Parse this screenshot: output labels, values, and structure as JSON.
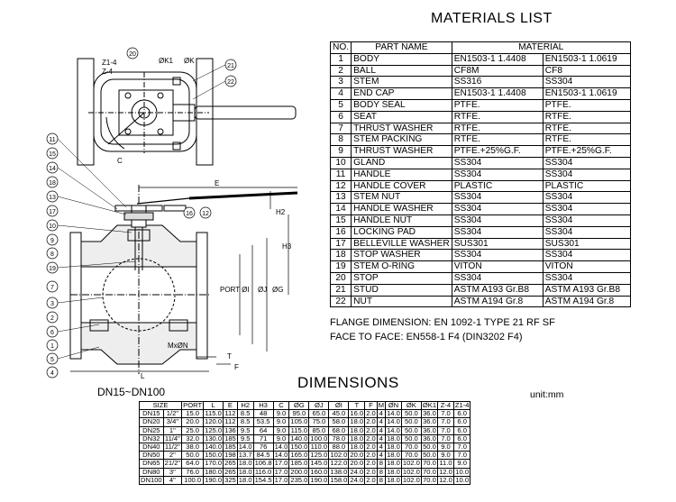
{
  "materials": {
    "title": "MATERIALS LIST",
    "headers": [
      "NO.",
      "PART NAME",
      "MATERIAL"
    ],
    "rows": [
      [
        "1",
        "BODY",
        "EN1503-1  1.4408",
        "EN1503-1 1.0619"
      ],
      [
        "2",
        "BALL",
        "CF8M",
        "CF8"
      ],
      [
        "3",
        "STEM",
        "SS316",
        "SS304"
      ],
      [
        "4",
        "END CAP",
        "EN1503-1  1.4408",
        "EN1503-1 1.0619"
      ],
      [
        "5",
        "BODY SEAL",
        "PTFE.",
        "PTFE."
      ],
      [
        "6",
        "SEAT",
        "RTFE.",
        "RTFE."
      ],
      [
        "7",
        "THRUST WASHER",
        "RTFE.",
        "RTFE."
      ],
      [
        "8",
        "STEM PACKING",
        "RTFE.",
        "RTFE."
      ],
      [
        "9",
        "THRUST WASHER",
        "PTFE.+25%G.F.",
        "PTFE.+25%G.F."
      ],
      [
        "10",
        "GLAND",
        "SS304",
        "SS304"
      ],
      [
        "11",
        "HANDLE",
        "SS304",
        "SS304"
      ],
      [
        "12",
        "HANDLE COVER",
        "PLASTIC",
        "PLASTIC"
      ],
      [
        "13",
        "STEM NUT",
        "SS304",
        "SS304"
      ],
      [
        "14",
        "HANDLE WASHER",
        "SS304",
        "SS304"
      ],
      [
        "15",
        "HANDLE NUT",
        "SS304",
        "SS304"
      ],
      [
        "16",
        "LOCKING PAD",
        "SS304",
        "SS304"
      ],
      [
        "17",
        "BELLEVILLE WASHER",
        "SUS301",
        "SUS301"
      ],
      [
        "18",
        "STOP WASHER",
        "SS304",
        "SS304"
      ],
      [
        "19",
        "STEM O-RING",
        "VITON",
        "VITON"
      ],
      [
        "20",
        "STOP",
        "SS304",
        "SS304"
      ],
      [
        "21",
        "STUD",
        "ASTM A193 Gr.B8",
        "ASTM A193 Gr.B8"
      ],
      [
        "22",
        "NUT",
        "ASTM A194 Gr.8",
        "ASTM A194 Gr.8"
      ]
    ],
    "flange_note": "FLANGE DIMENSION: EN 1092-1 TYPE 21 RF SF",
    "face_note": "FACE TO FACE: EN558-1 F4     (DIN3202 F4)"
  },
  "drawing": {
    "dn_range": "DN15~DN100",
    "callouts_left": [
      "11",
      "15",
      "14",
      "18",
      "13",
      "17",
      "10",
      "9",
      "8",
      "19",
      "7",
      "3",
      "2",
      "6",
      "1",
      "5",
      "4"
    ],
    "callouts_top": [
      "Z1-4",
      "Z-4",
      "20",
      "ØK1",
      "ØK",
      "21",
      "22"
    ],
    "labels": {
      "e": "E",
      "h2": "H2",
      "h3": "H3",
      "c": "C",
      "l": "L",
      "t": "T",
      "f": "F",
      "mxn": "MxØN",
      "port": "PORT ØI",
      "oj": "ØJ",
      "og": "ØG",
      "c16": "16",
      "c12": "12"
    }
  },
  "dimensions": {
    "title": "DIMENSIONS",
    "unit": "unit:mm",
    "headers": [
      "SIZE",
      "",
      "PORT",
      "L",
      "E",
      "H2",
      "H3",
      "C",
      "ØG",
      "ØJ",
      "ØI",
      "T",
      "F",
      "M",
      "ØN",
      "ØK",
      "ØK1",
      "Z-4",
      "Z1-4"
    ],
    "rows": [
      [
        "DN15",
        "1/2\"",
        "15.0",
        "115.0",
        "112",
        "8.5",
        "48",
        "9.0",
        "95.0",
        "65.0",
        "45.0",
        "16.0",
        "2.0",
        "4",
        "14.0",
        "50.0",
        "36.0",
        "7.0",
        "6.0"
      ],
      [
        "DN20",
        "3/4\"",
        "20.0",
        "120.0",
        "112",
        "8.5",
        "53.5",
        "9.0",
        "105.0",
        "75.0",
        "58.0",
        "18.0",
        "2.0",
        "4",
        "14.0",
        "50.0",
        "36.0",
        "7.0",
        "6.0"
      ],
      [
        "DN25",
        "1\"",
        "25.0",
        "125.0",
        "136",
        "9.5",
        "64",
        "9.0",
        "115.0",
        "85.0",
        "68.0",
        "18.0",
        "2.0",
        "4",
        "14.0",
        "50.0",
        "36.0",
        "7.0",
        "6.0"
      ],
      [
        "DN32",
        "11/4\"",
        "32.0",
        "130.0",
        "185",
        "9.5",
        "71",
        "9.0",
        "140.0",
        "100.0",
        "78.0",
        "18.0",
        "2.0",
        "4",
        "18.0",
        "50.0",
        "36.0",
        "7.0",
        "6.0"
      ],
      [
        "DN40",
        "11/2\"",
        "38.0",
        "140.0",
        "185",
        "14.0",
        "76",
        "14.0",
        "150.0",
        "110.0",
        "88.0",
        "18.0",
        "2.0",
        "4",
        "18.0",
        "70.0",
        "50.0",
        "9.0",
        "7.0"
      ],
      [
        "DN50",
        "2\"",
        "50.0",
        "150.0",
        "198",
        "13.7",
        "84.5",
        "14.0",
        "165.0",
        "125.0",
        "102.0",
        "20.0",
        "2.0",
        "4",
        "18.0",
        "70.0",
        "50.0",
        "9.0",
        "7.0"
      ],
      [
        "DN65",
        "21/2\"",
        "64.0",
        "170.0",
        "265",
        "18.0",
        "106.8",
        "17.0",
        "185.0",
        "145.0",
        "122.0",
        "20.0",
        "2.0",
        "8",
        "18.0",
        "102.0",
        "70.0",
        "11.0",
        "9.0"
      ],
      [
        "DN80",
        "3\"",
        "76.0",
        "180.0",
        "265",
        "18.0",
        "116.0",
        "17.0",
        "200.0",
        "160.0",
        "138.0",
        "24.0",
        "2.0",
        "8",
        "18.0",
        "102.0",
        "70.0",
        "12.0",
        "10.0"
      ],
      [
        "DN100",
        "4\"",
        "100.0",
        "190.0",
        "325",
        "18.0",
        "154.5",
        "17.0",
        "235.0",
        "190.0",
        "158.0",
        "24.0",
        "2.0",
        "8",
        "18.0",
        "102.0",
        "70.0",
        "12.0",
        "10.0"
      ]
    ]
  }
}
